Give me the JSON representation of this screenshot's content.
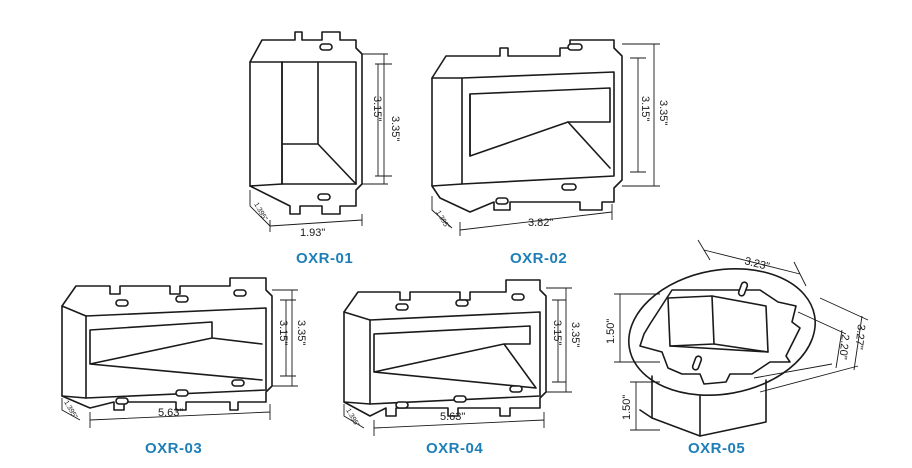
{
  "products": [
    {
      "model": "OXR-01",
      "dims": {
        "outer_height": "3.35\"",
        "inner_height": "3.15\"",
        "width": "1.93\"",
        "depth": "1.395\""
      }
    },
    {
      "model": "OXR-02",
      "dims": {
        "outer_height": "3.35\"",
        "inner_height": "3.15\"",
        "width": "3.82\"",
        "depth": "1.395\""
      }
    },
    {
      "model": "OXR-03",
      "dims": {
        "outer_height": "3.35\"",
        "inner_height": "3.15\"",
        "width": "5.63\"",
        "depth": "1.395\""
      }
    },
    {
      "model": "OXR-04",
      "dims": {
        "outer_height": "3.35\"",
        "inner_height": "3.15\"",
        "width": "5.63\"",
        "depth": "1.395\""
      }
    },
    {
      "model": "OXR-05",
      "dims": {
        "ring_width": "3.23\"",
        "ring_height": "3.27\"",
        "opening": "2.20\"",
        "depth_top": "1.50\"",
        "depth_bottom": "1.50\""
      }
    }
  ],
  "colors": {
    "label": "#1e7fb8",
    "line": "#1a1a1a"
  }
}
